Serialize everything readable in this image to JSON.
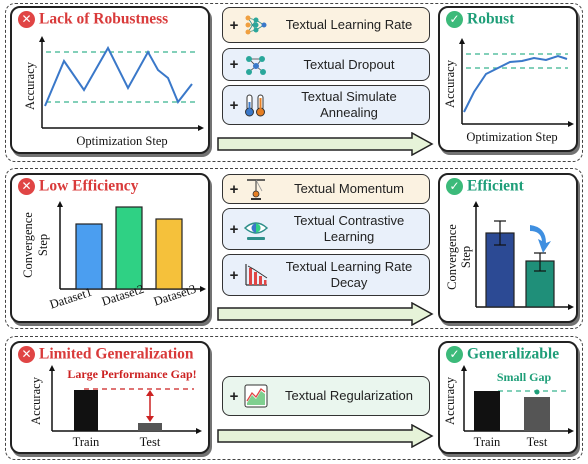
{
  "colors": {
    "red_title": "#d93a3a",
    "green_title": "#1e9e78",
    "line": "#3a78c9",
    "dash": "#39b38f",
    "bar_blue": "#4b9ef0",
    "bar_green": "#2fd184",
    "bar_yellow": "#f5c13b",
    "bar_navy": "#2c4a94",
    "bar_teal": "#1f8f79",
    "bar_black": "#111111",
    "bar_gray": "#555555",
    "gap_red": "#cc2222",
    "arrow_fill": "#e6f3d8"
  },
  "rows": [
    {
      "problem": {
        "title": "Lack of Robustness",
        "icon": "x-circle-icon",
        "ylabel": "Accuracy",
        "xlabel": "Optimization Step"
      },
      "techniques": [
        {
          "label": "Textual Learning Rate",
          "icon": "neural-network-icon"
        },
        {
          "label": "Textual Dropout",
          "icon": "dropout-nodes-icon"
        },
        {
          "label": "Textual Simulate Annealing",
          "icon": "thermometer-icon"
        }
      ],
      "solution": {
        "title": "Robust",
        "icon": "check-circle-icon",
        "ylabel": "Accuracy",
        "xlabel": "Optimization Step"
      }
    },
    {
      "problem": {
        "title": "Low Efficiency",
        "icon": "x-circle-icon",
        "ylabel": "Convergence Step",
        "categories": [
          "Dataset1",
          "Dataset2",
          "Dataset3"
        ]
      },
      "techniques": [
        {
          "label": "Textual Momentum",
          "icon": "pendulum-icon"
        },
        {
          "label": "Textual Contrastive Learning",
          "icon": "contrast-eye-icon"
        },
        {
          "label": "Textual Learning Rate Decay",
          "icon": "decay-chart-icon"
        }
      ],
      "solution": {
        "title": "Efficient",
        "icon": "check-circle-icon",
        "ylabel": "Convergence Step"
      }
    },
    {
      "problem": {
        "title": "Limited Generalization",
        "icon": "x-circle-icon",
        "ylabel": "Accuracy",
        "gap_label": "Large Performance Gap!",
        "categories": [
          "Train",
          "Test"
        ]
      },
      "techniques": [
        {
          "label": "Textual Regularization",
          "icon": "regularization-chart-icon"
        }
      ],
      "solution": {
        "title": "Generalizable",
        "icon": "check-circle-icon",
        "ylabel": "Accuracy",
        "gap_label": "Small Gap",
        "categories": [
          "Train",
          "Test"
        ]
      }
    }
  ]
}
